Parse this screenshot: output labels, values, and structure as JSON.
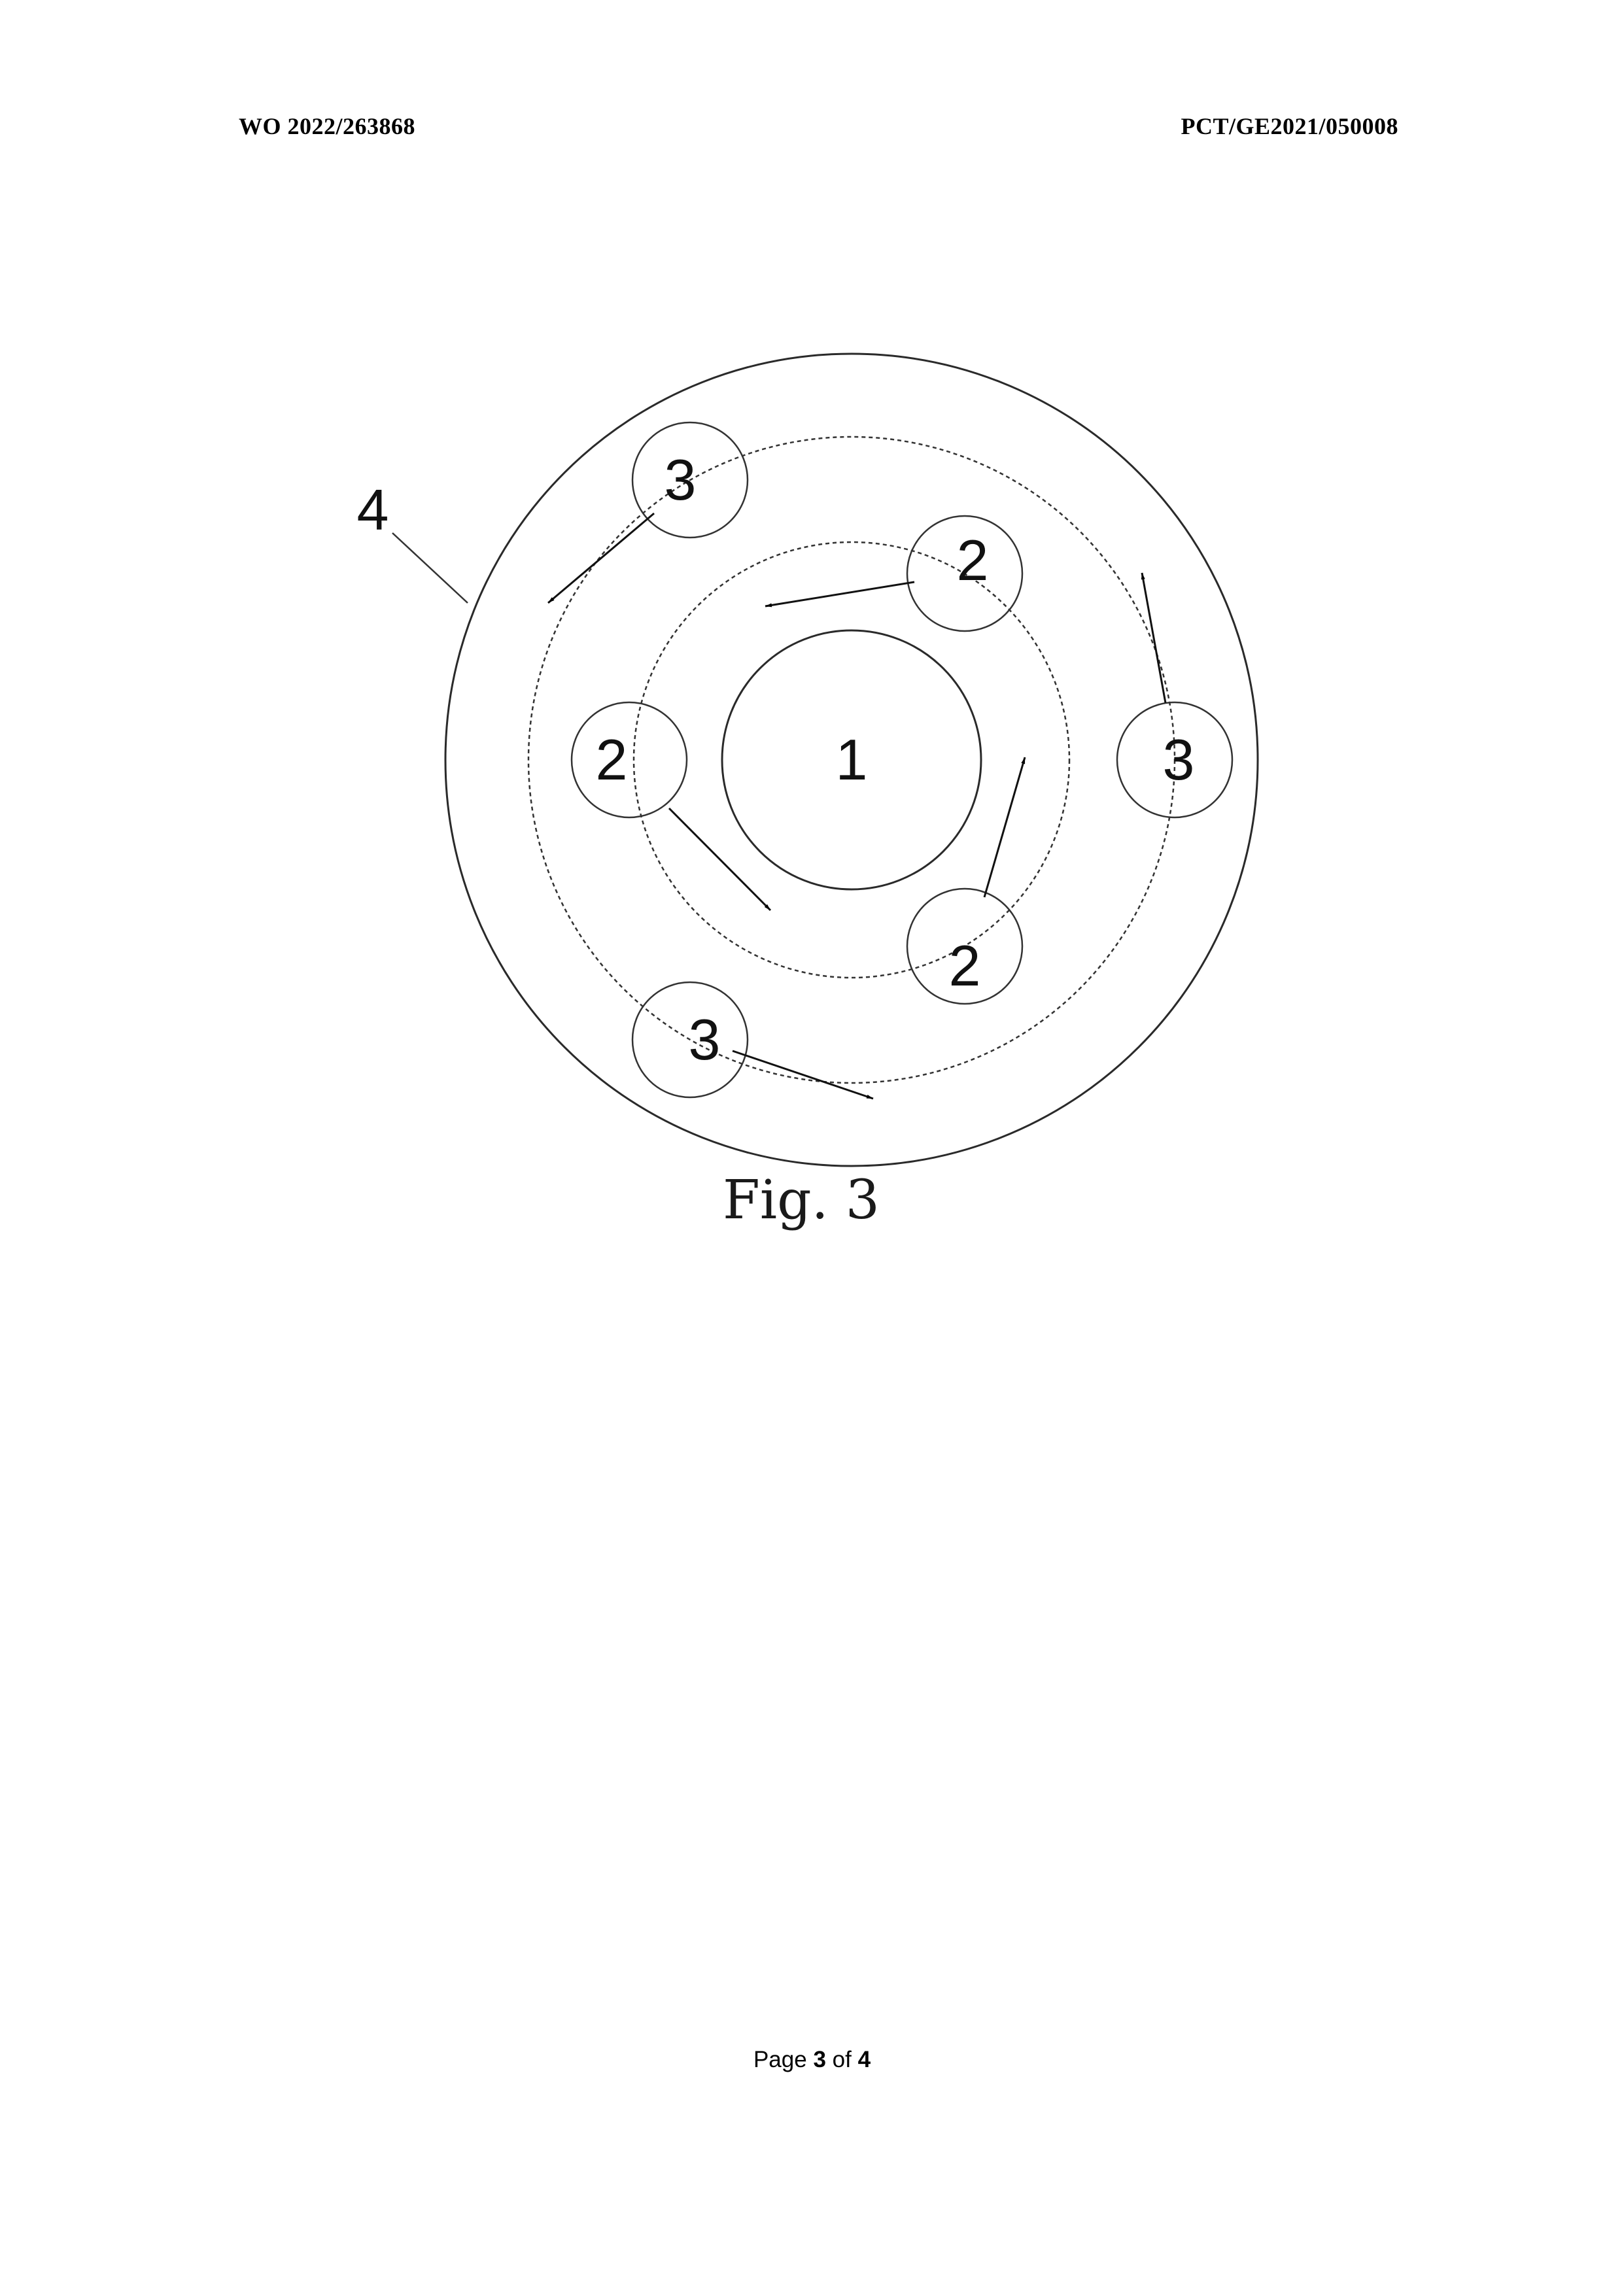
{
  "header": {
    "publication_number": "WO 2022/263868",
    "application_number": "PCT/GE2021/050008"
  },
  "figure": {
    "caption": "Fig. 3",
    "labels": {
      "center": "1",
      "inner_circle_mark": "2",
      "outer_circle_mark": "3",
      "housing": "4"
    }
  },
  "footer": {
    "page_word": "Page",
    "page_current": "3",
    "of_word": "of",
    "page_total": "4"
  }
}
